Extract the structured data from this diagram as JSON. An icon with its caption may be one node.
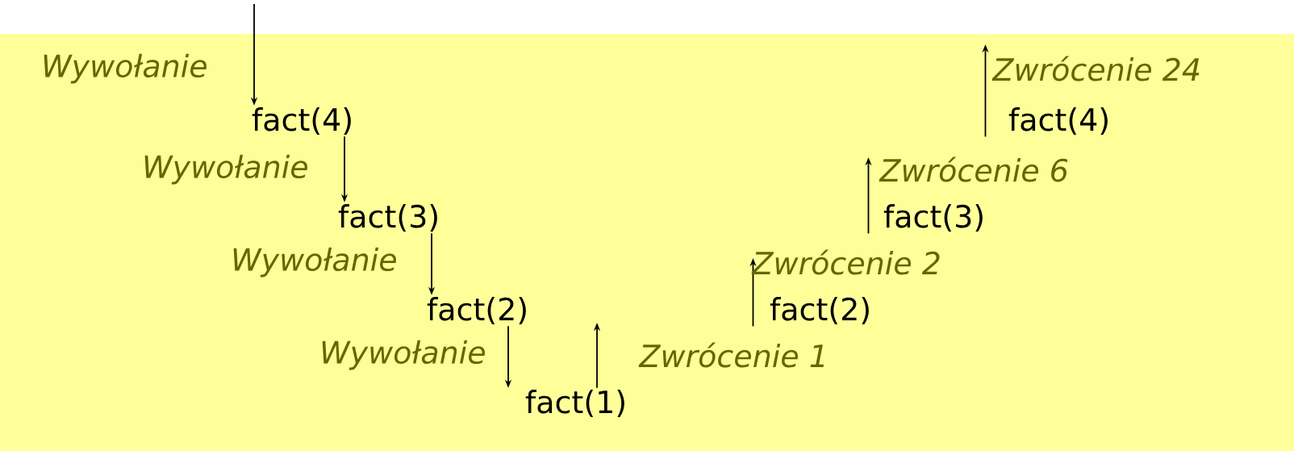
{
  "diagram": {
    "nodes": [
      {
        "text": [
          "fact(4)"
        ]
      },
      {
        "text": [
          "fact(3)"
        ]
      },
      {
        "text": [
          "fact(2)"
        ]
      },
      {
        "text": [
          "fact(1)"
        ]
      },
      {
        "text": [
          "fact(2)"
        ]
      },
      {
        "text": [
          "fact(3)"
        ]
      },
      {
        "text": [
          "fact(4)"
        ]
      }
    ],
    "edges": [
      {
        "from": null,
        "to": 0,
        "arrow": "to",
        "label": "Wywołanie"
      },
      {
        "from": 0,
        "to": 1,
        "arrow": "to",
        "label": "Wywołanie"
      },
      {
        "from": 1,
        "to": 2,
        "arrow": "to",
        "label": "Wywołanie"
      },
      {
        "from": 2,
        "to": 3,
        "arrow": "to",
        "label": "Wywołanie"
      },
      {
        "from": 3,
        "to": null,
        "arrow": "to",
        "label": "*Zwrócenie* 1"
      },
      {
        "from": 4,
        "to": null,
        "arrow": "to",
        "label": "*Zwrócenie* 2"
      },
      {
        "from": 5,
        "to": null,
        "arrow": "to",
        "label": "*Zwrócenie* 6"
      },
      {
        "from": 6,
        "to": null,
        "arrow": "to",
        "label": "*Zwrócenie* 24"
      }
    ]
  }
}
